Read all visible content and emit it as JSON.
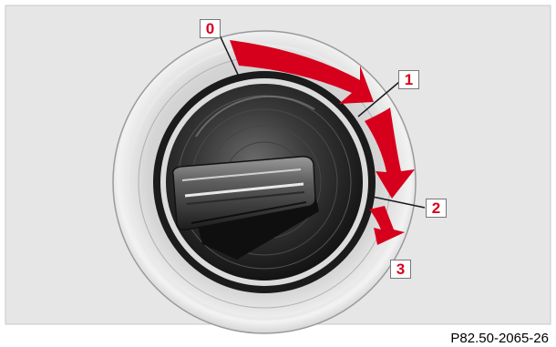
{
  "positions": [
    {
      "label": "0"
    },
    {
      "label": "1"
    },
    {
      "label": "2"
    },
    {
      "label": "3"
    }
  ],
  "image_code": "P82.50-2065-26",
  "colors": {
    "panel_background": "#e6e6e6",
    "arrow_red": "#d6001c",
    "label_red": "#d6001c",
    "bezel_light": "#d8d8d8",
    "lock_dark": "#222222"
  },
  "icons": [
    "ignition-lock-icon",
    "key-icon",
    "rotation-arrow-icon"
  ]
}
